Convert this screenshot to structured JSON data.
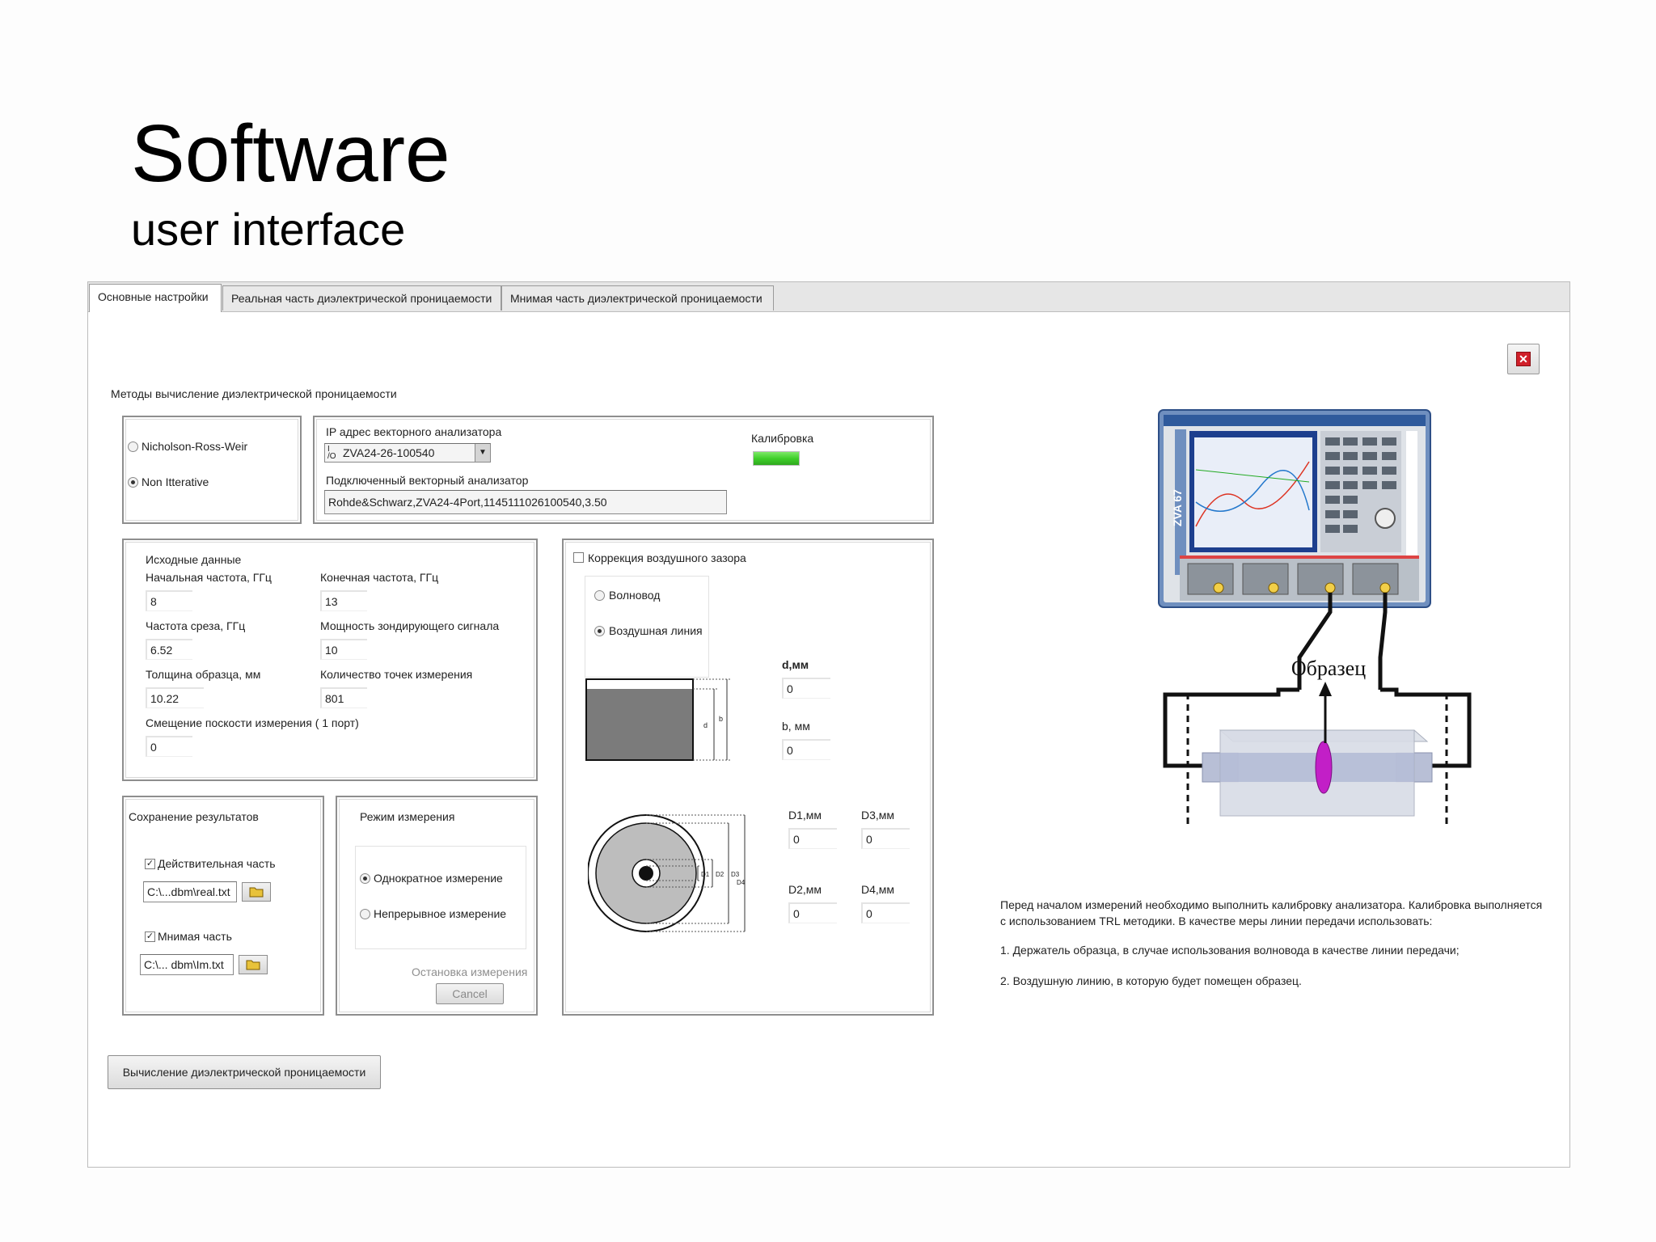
{
  "slide": {
    "title": "Software",
    "subtitle": "user interface"
  },
  "tabs": [
    "Основные настройки",
    "Реальная часть диэлектрической проницаемости",
    "Мнимая часть диэлектрической проницаемости"
  ],
  "methods": {
    "heading": "Методы вычисление диэлектрической проницаемости",
    "options": [
      "Nicholson-Ross-Weir",
      "Non Itterative"
    ],
    "selected": "Non Itterative"
  },
  "analyzer": {
    "ip_label": "IP адрес векторного анализатора",
    "ip_value": "ZVA24-26-100540",
    "connected_label": "Подключенный векторный анализатор",
    "connected_value": "Rohde&Schwarz,ZVA24-4Port,1145111026100540,3.50",
    "calibration_label": "Калибровка",
    "calibration_color": "#3fcf2a"
  },
  "initial": {
    "heading": "Исходные данные",
    "start_freq_label": "Начальная частота, ГГц",
    "start_freq": "8",
    "end_freq_label": "Конечная частота, ГГц",
    "end_freq": "13",
    "cutoff_label": "Частота среза, ГГц",
    "cutoff": "6.52",
    "power_label": "Мощность зондирующего сигнала",
    "power": "10",
    "thickness_label": "Толщина образца, мм",
    "thickness": "10.22",
    "points_label": "Количество точек измерения",
    "points": "801",
    "offset_label": "Смещение поскости измерения ( 1 порт)",
    "offset": "0"
  },
  "save": {
    "heading": "Сохранение результатов",
    "real_label": "Действительная часть",
    "real_path": "C:\\...dbm\\real.txt",
    "imag_label": "Мнимая часть",
    "imag_path": "C:\\... dbm\\Im.txt"
  },
  "mode": {
    "heading": "Режим измерения",
    "options": [
      "Однократное измерение",
      "Непрерывное измерение"
    ],
    "selected": "Однократное измерение",
    "stop_label": "Остановка  измерения",
    "cancel": "Cancel"
  },
  "gap": {
    "heading": "Коррекция воздушного зазора",
    "options": [
      "Волновод",
      "Воздушная линия"
    ],
    "selected": "Воздушная линия",
    "d_label": "d,мм",
    "d": "0",
    "b_label": "b, мм",
    "b": "0",
    "D1_label": "D1,мм",
    "D1": "0",
    "D2_label": "D2,мм",
    "D2": "0",
    "D3_label": "D3,мм",
    "D3": "0",
    "D4_label": "D4,мм",
    "D4": "0",
    "rect_dim_d": "d",
    "rect_dim_b": "b",
    "circ_dims": [
      "D1",
      "D2",
      "D3",
      "D4"
    ]
  },
  "calc_button": "Вычисление диэлектрической проницаемости",
  "sample_label": "Образец",
  "analyzer_model": "ZVA 67",
  "info": {
    "line1": "Перед началом измерений необходимо выполнить калибровку анализатора. Калибровка выполняется",
    "line2": "с использованием TRL методики. В качестве меры линии передачи использовать:",
    "item1": "1. Держатель образца, в случае использования волновода в качестве линии передачи;",
    "item2": "2. Воздушную линию, в которую будет помещен образец."
  }
}
